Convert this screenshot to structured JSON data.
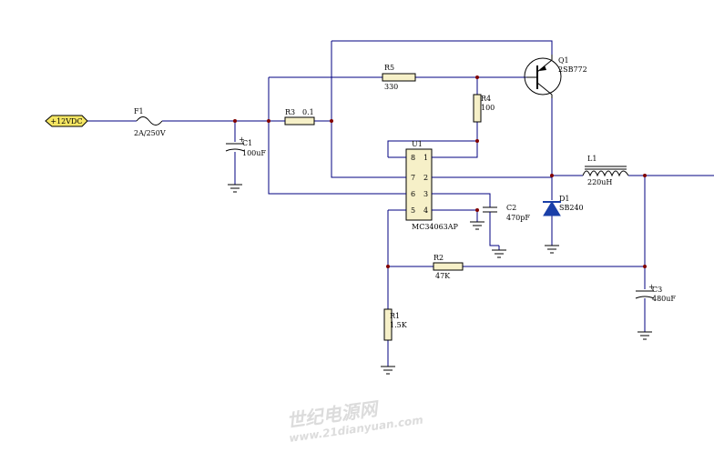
{
  "ports": {
    "input": "+12VDC"
  },
  "components": {
    "fuse": {
      "ref": "F1",
      "value": "2A/250V"
    },
    "c1": {
      "ref": "C1",
      "value": "100uF"
    },
    "r3": {
      "ref": "R3",
      "value": "0.1"
    },
    "r5": {
      "ref": "R5",
      "value": "330"
    },
    "r4": {
      "ref": "R4",
      "value": "100"
    },
    "q1": {
      "ref": "Q1",
      "value": "2SB772"
    },
    "u1": {
      "ref": "U1",
      "value": "MC34063AP",
      "pins": {
        "p1": "1",
        "p2": "2",
        "p3": "3",
        "p4": "4",
        "p5": "5",
        "p6": "6",
        "p7": "7",
        "p8": "8"
      }
    },
    "c2": {
      "ref": "C2",
      "value": "470pF"
    },
    "l1": {
      "ref": "L1",
      "value": "220uH"
    },
    "d1": {
      "ref": "D1",
      "value": "SB240"
    },
    "r2": {
      "ref": "R2",
      "value": "47K"
    },
    "r1": {
      "ref": "R1",
      "value": "1.5K"
    },
    "c3": {
      "ref": "C3",
      "value": "480uF"
    }
  },
  "watermark": {
    "line1": "世纪电源网",
    "line2": "www.21dianyuan.com"
  }
}
